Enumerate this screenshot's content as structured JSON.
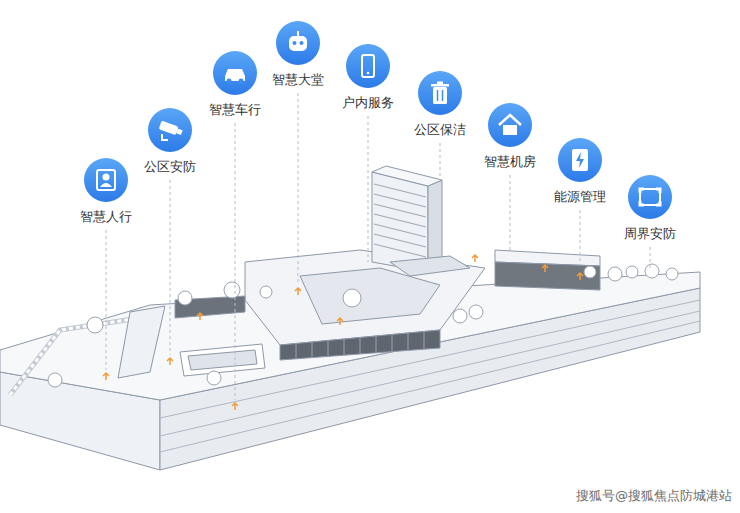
{
  "diagram": {
    "nodes": [
      {
        "text": [
          "智慧人行"
        ]
      },
      {
        "text": [
          "公区安防"
        ]
      },
      {
        "text": [
          "智慧车行"
        ]
      },
      {
        "text": [
          "智慧大堂"
        ]
      },
      {
        "text": [
          "户内服务"
        ]
      },
      {
        "text": [
          "公区保洁"
        ]
      },
      {
        "text": [
          "智慧机房"
        ]
      },
      {
        "text": [
          "能源管理"
        ]
      },
      {
        "text": [
          "周界安防"
        ]
      }
    ],
    "labels": [
      "搜狐号@搜狐焦点防城港站"
    ]
  }
}
